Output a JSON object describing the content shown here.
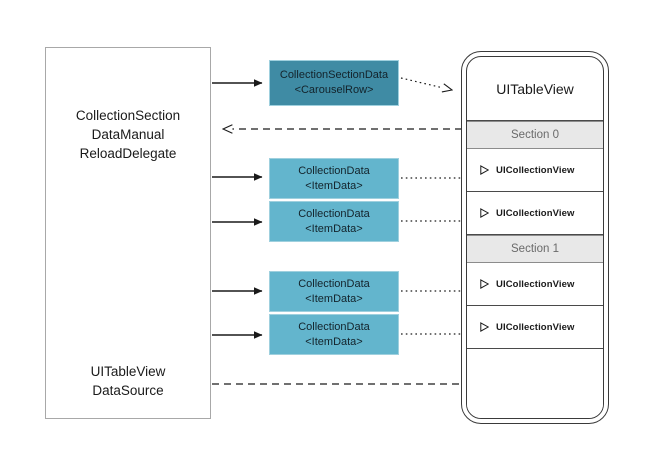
{
  "diagram": {
    "title_hidden": "",
    "delegate": {
      "name": "CollectionSection\nDataManual\nReloadDelegate",
      "datasource": "UITableView\nDataSource"
    },
    "data_boxes": [
      {
        "id": "section-data",
        "line1": "CollectionSectionData",
        "line2": "<CarouselRow>",
        "color": "#3f8ba4"
      },
      {
        "id": "item-data-1",
        "line1": "CollectionData",
        "line2": "<ItemData>",
        "color": "#63b5cd"
      },
      {
        "id": "item-data-2",
        "line1": "CollectionData",
        "line2": "<ItemData>",
        "color": "#63b5cd"
      },
      {
        "id": "item-data-3",
        "line1": "CollectionData",
        "line2": "<ItemData>",
        "color": "#63b5cd"
      },
      {
        "id": "item-data-4",
        "line1": "CollectionData",
        "line2": "<ItemData>",
        "color": "#63b5cd"
      }
    ],
    "table_view": {
      "header": "UITableView",
      "sections": [
        {
          "label": "Section 0"
        },
        {
          "label": "Section 1"
        }
      ],
      "rows": [
        {
          "label": "UICollectionView",
          "disclosure": "triangle-right-icon"
        },
        {
          "label": "UICollectionView",
          "disclosure": "triangle-right-icon"
        },
        {
          "label": "UICollectionView",
          "disclosure": "triangle-right-icon"
        },
        {
          "label": "UICollectionView",
          "disclosure": "triangle-right-icon"
        }
      ]
    },
    "connectors": [
      {
        "id": "delegate-to-section-data",
        "style": "solid",
        "head": "filled"
      },
      {
        "id": "section-data-to-tableview",
        "style": "dotted",
        "head": "open"
      },
      {
        "id": "tableview-to-delegate",
        "style": "dashed",
        "head": "open"
      },
      {
        "id": "delegate-to-item-1",
        "style": "solid",
        "head": "filled"
      },
      {
        "id": "delegate-to-item-2",
        "style": "solid",
        "head": "filled"
      },
      {
        "id": "delegate-to-item-3",
        "style": "solid",
        "head": "filled"
      },
      {
        "id": "delegate-to-item-4",
        "style": "solid",
        "head": "filled"
      },
      {
        "id": "item-1-to-row-1",
        "style": "dotted",
        "head": "none"
      },
      {
        "id": "item-2-to-row-2",
        "style": "dotted",
        "head": "none"
      },
      {
        "id": "item-3-to-row-3",
        "style": "dotted",
        "head": "none"
      },
      {
        "id": "item-4-to-row-4",
        "style": "dotted",
        "head": "none"
      },
      {
        "id": "datasource-to-tableview",
        "style": "dashed",
        "head": "none"
      }
    ],
    "colors": {
      "teal_dark": "#3f8ba4",
      "teal_light": "#63b5cd",
      "section_band": "#e8e8e8",
      "box_border": "#a8a8a8",
      "line": "#1a1a1a"
    }
  }
}
